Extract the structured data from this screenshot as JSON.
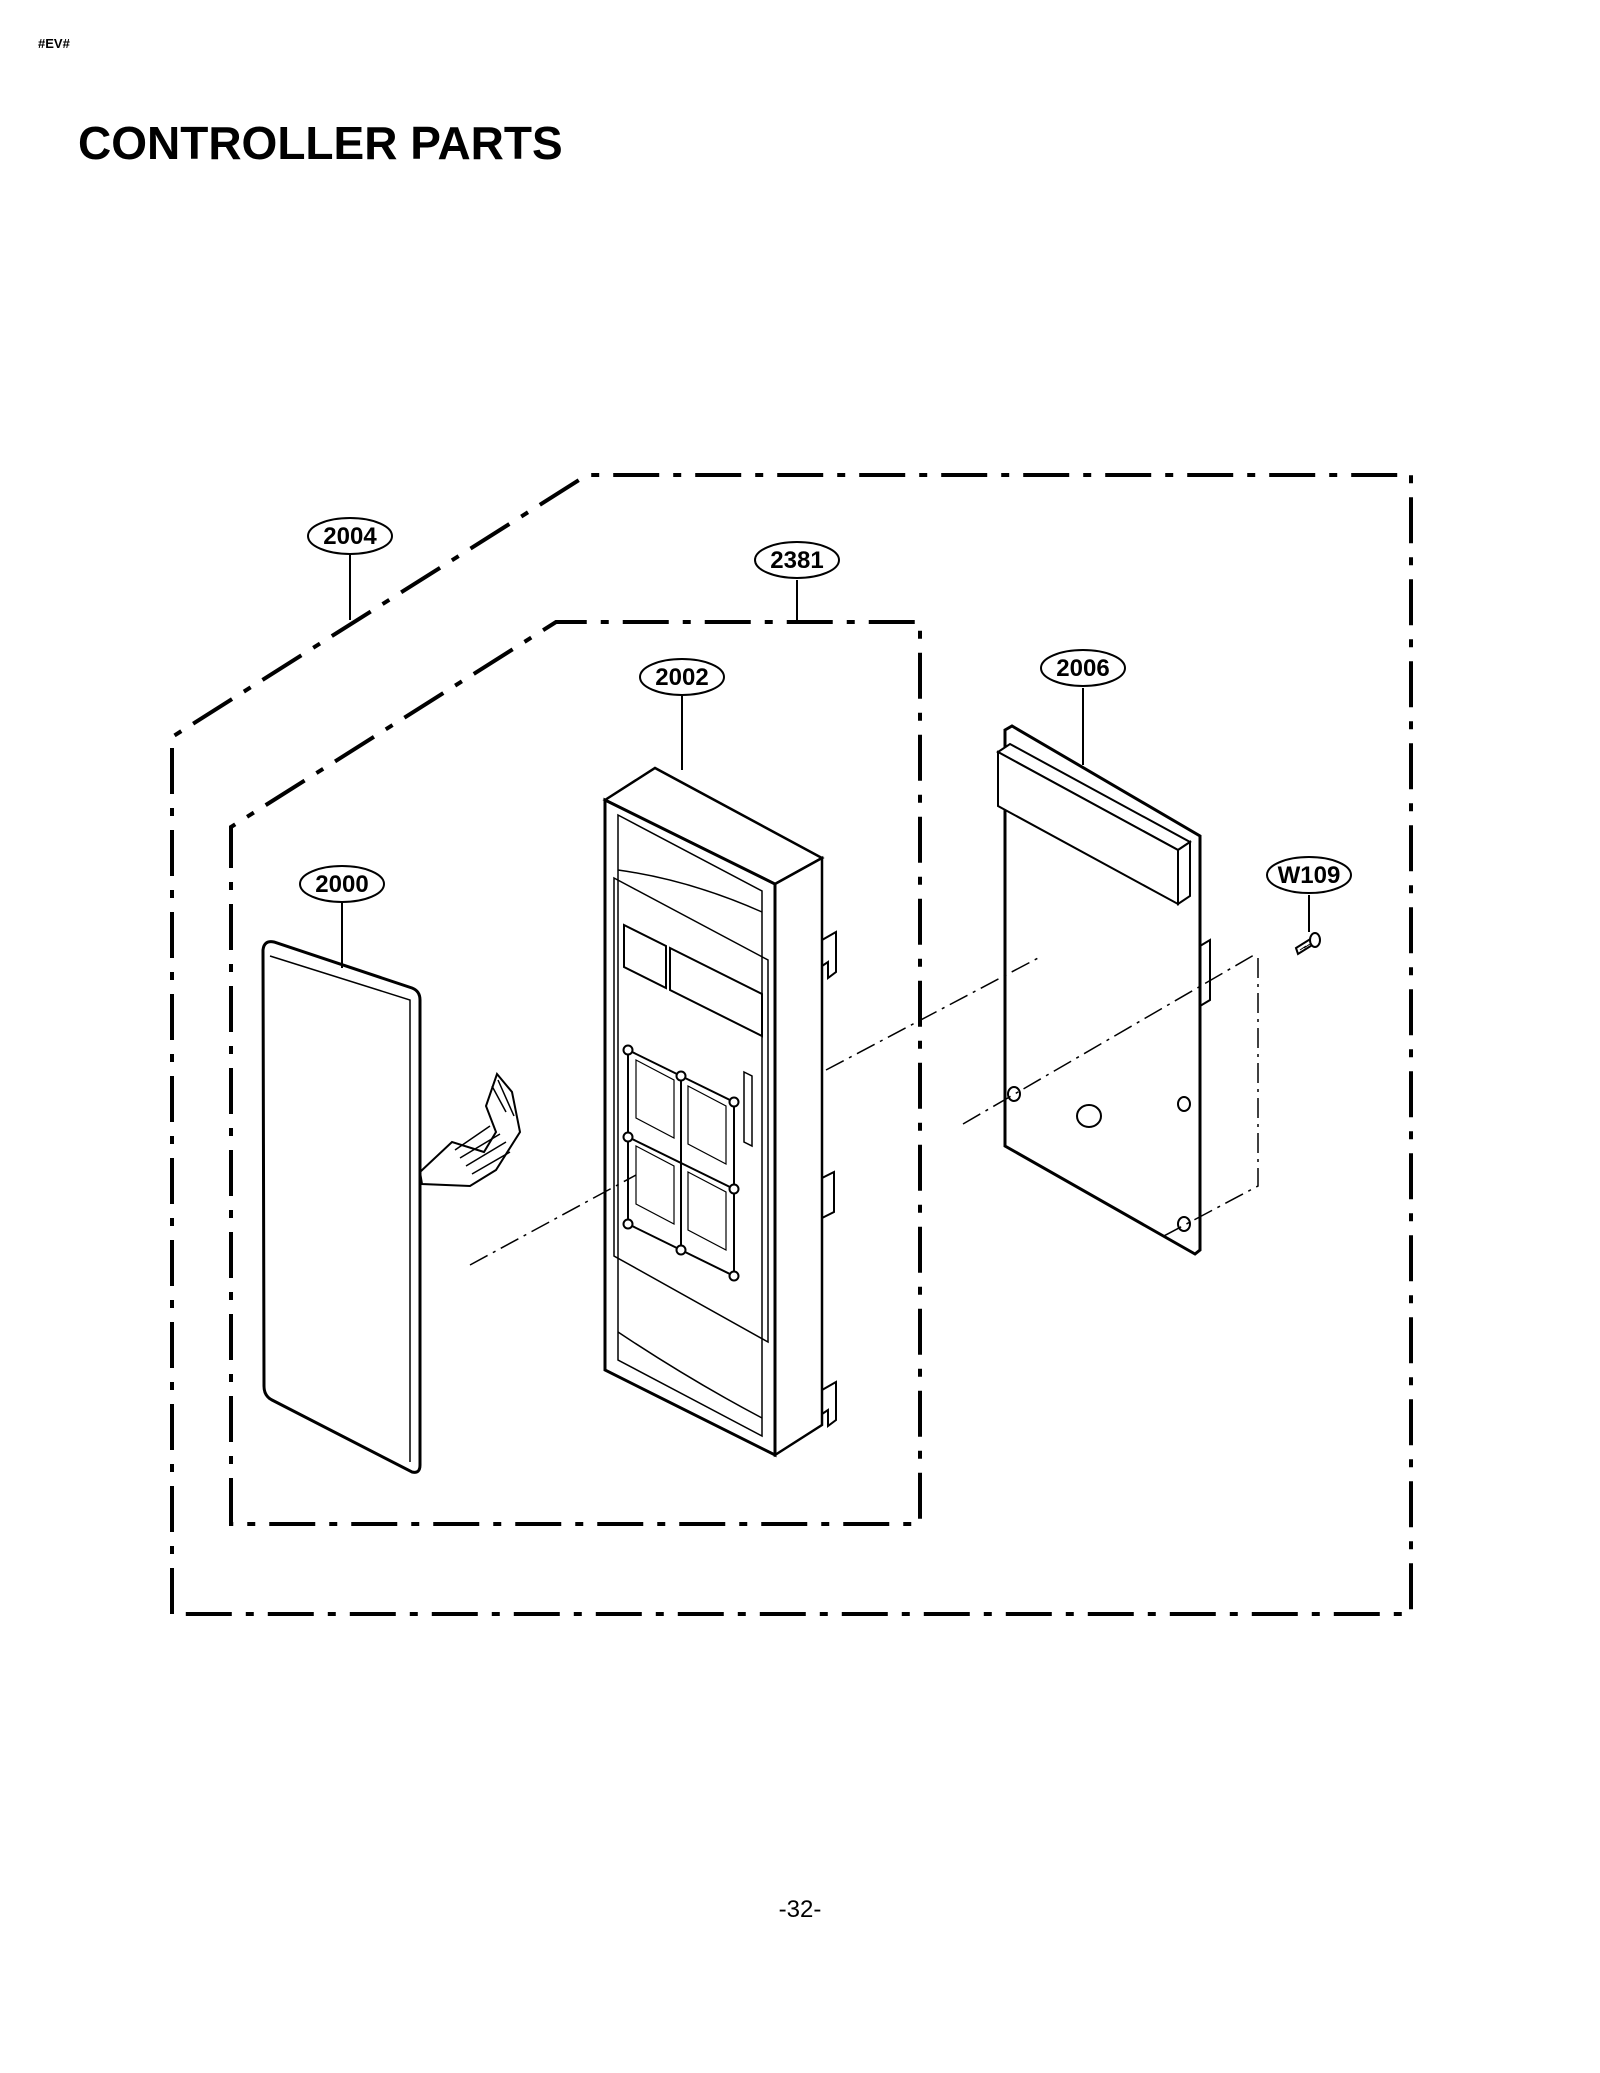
{
  "header": {
    "code": "#EV#"
  },
  "title": "CONTROLLER PARTS",
  "callouts": {
    "c2004": "2004",
    "c2381": "2381",
    "c2002": "2002",
    "c2006": "2006",
    "c2000": "2000",
    "cW109": "W109"
  },
  "footer": {
    "page_number": "-32-"
  }
}
